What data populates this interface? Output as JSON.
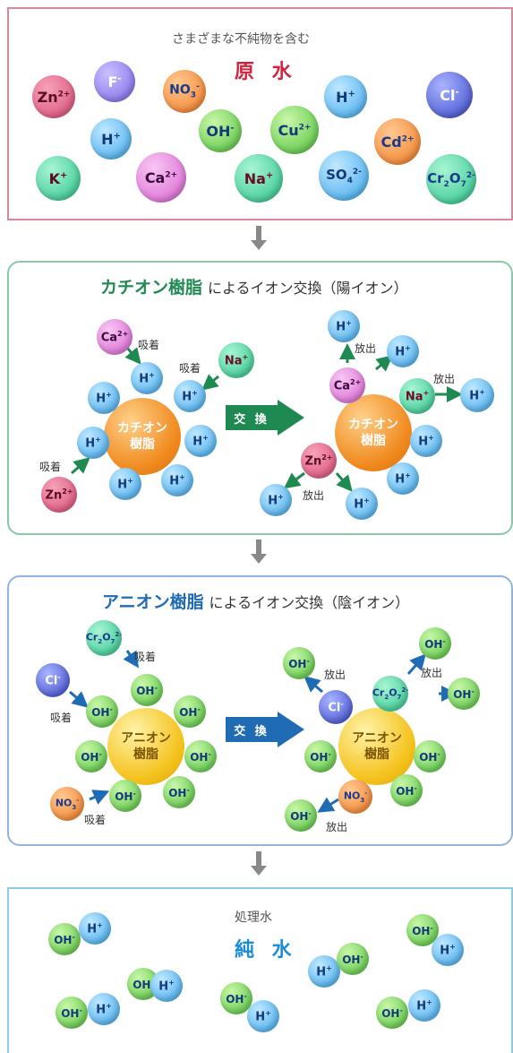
{
  "raw": {
    "subtitle": "さまざまな不純物を含む",
    "title": "原 水"
  },
  "cation": {
    "title_hl": "カチオン樹脂",
    "title_rest": "によるイオン交換（陽イオン）",
    "resin": "カチオン\n樹脂",
    "exchange": "交 換",
    "adsorb": "吸着",
    "release": "放出"
  },
  "anion": {
    "title_hl": "アニオン樹脂",
    "title_rest": "によるイオン交換（陰イオン）",
    "resin": "アニオン\n樹脂",
    "exchange": "交 換",
    "adsorb": "吸着",
    "release": "放出"
  },
  "pure": {
    "subtitle": "処理水",
    "title": "純 水"
  },
  "ions": {
    "zn": "Zn",
    "zn_c": "2+",
    "f": "F",
    "f_c": "-",
    "no3": "NO",
    "no3_s": "3",
    "no3_c": "-",
    "h": "H",
    "h_c": "+",
    "cl": "Cl",
    "cl_c": "-",
    "oh": "OH",
    "oh_c": "-",
    "cu": "Cu",
    "cu_c": "2+",
    "cd": "Cd",
    "cd_c": "2+",
    "k": "K",
    "k_c": "+",
    "ca": "Ca",
    "ca_c": "2+",
    "na": "Na",
    "na_c": "+",
    "so4": "SO",
    "so4_s": "4",
    "so4_c": "2-",
    "cr": "Cr",
    "cr_s2": "2",
    "o": "O",
    "cr_s7": "7",
    "cr_c": "2-"
  },
  "colors": {
    "raw_border": "#d9889a",
    "cation_border": "#86c9a8",
    "anion_border": "#8fb4dd",
    "pure_border": "#8fcbe6",
    "cation_arrow": "#1e8a52",
    "anion_arrow": "#1f6cb4"
  }
}
